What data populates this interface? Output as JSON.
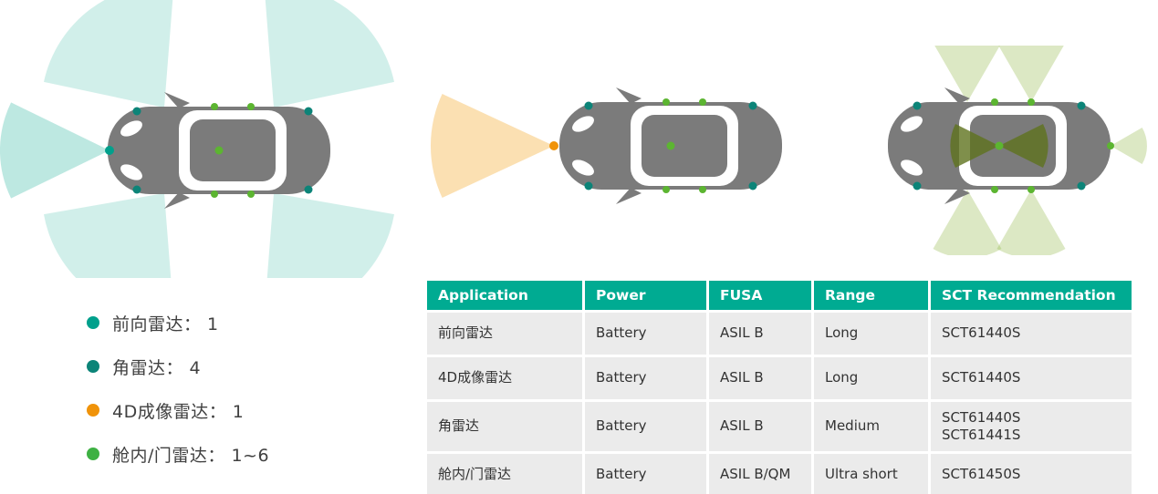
{
  "legend": {
    "items": [
      {
        "label": "前向雷达： 1",
        "color": "#00a08c"
      },
      {
        "label": "角雷达： 4",
        "color": "#0c8478"
      },
      {
        "label": "4D成像雷达： 1",
        "color": "#f0930a"
      },
      {
        "label": "舱内/门雷达： 1~6",
        "color": "#3eb143"
      }
    ]
  },
  "table": {
    "headers": [
      "Application",
      "Power",
      "FUSA",
      "Range",
      "SCT Recommendation"
    ],
    "rows": [
      [
        "前向雷达",
        "Battery",
        "ASIL B",
        "Long",
        "SCT61440S"
      ],
      [
        "4D成像雷达",
        "Battery",
        "ASIL B",
        "Long",
        "SCT61440S"
      ],
      [
        "角雷达",
        "Battery",
        "ASIL B",
        "Medium",
        "SCT61440S\nSCT61441S"
      ],
      [
        "舱内/门雷达",
        "Battery",
        "ASIL B/QM",
        "Ultra short",
        "SCT61450S"
      ]
    ]
  },
  "colors": {
    "header_teal": "#00ab92",
    "row_gray": "#ebebeb",
    "forward_radar": "#00a08c",
    "corner_radar": "#0c8478",
    "imaging_radar": "#f0930a",
    "cabin_radar": "#3eb143",
    "car_body": "#7b7b7b",
    "teal_fan": "#cfe9e3",
    "orange_fan": "#f8dcb4",
    "green_fan": "#dfe9c8"
  }
}
